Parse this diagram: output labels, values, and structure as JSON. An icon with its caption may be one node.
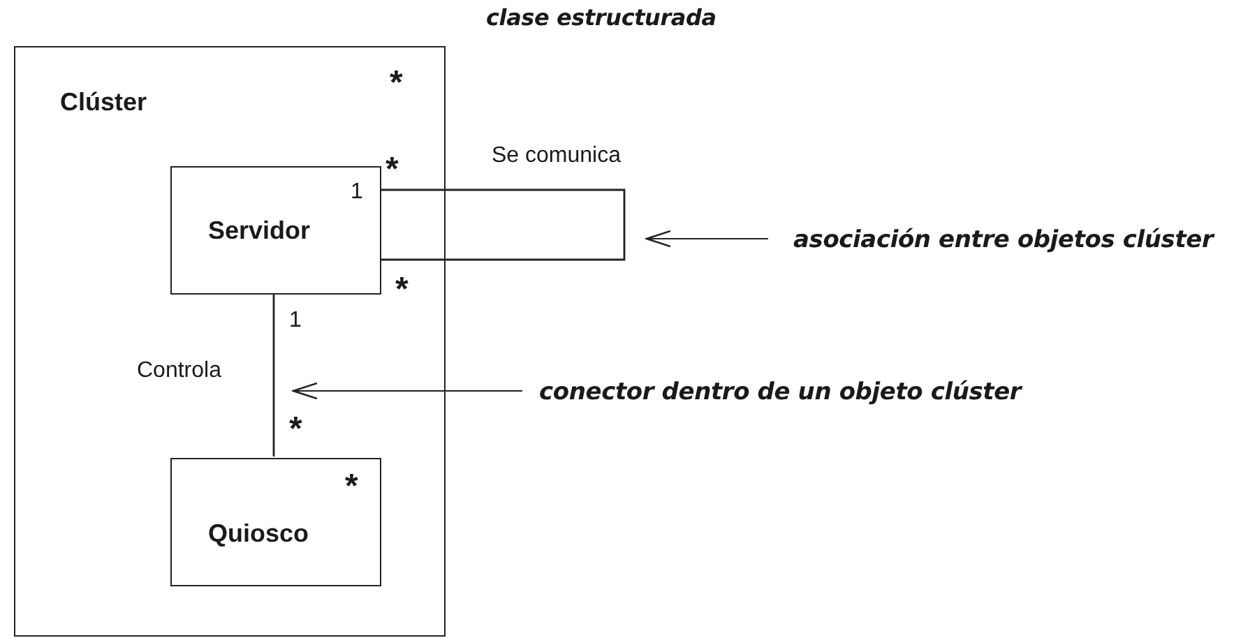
{
  "diagram": {
    "nodes": [
      {
        "text": [
          "Clúster",
          "*"
        ]
      },
      {
        "text": [
          "Servidor",
          "1"
        ],
        "in": 0
      },
      {
        "text": [
          "Quiosco",
          "*"
        ],
        "in": 0
      },
      {
        "text": [
          "asociación entre objetos clúster"
        ]
      },
      {
        "text": [
          "conector dentro de un objeto clúster"
        ]
      }
    ],
    "edges": [
      {
        "from": 1,
        "to": 1,
        "arrow": "none",
        "label": "Se comunica"
      },
      {
        "from": 1,
        "to": 2,
        "arrow": "none",
        "label": "Controla"
      },
      {
        "from": 3,
        "to": null,
        "arrow": "to"
      },
      {
        "from": 4,
        "to": null,
        "arrow": "to"
      }
    ],
    "labels": [
      "clase estructurada",
      "*",
      "*",
      "1",
      "*"
    ]
  }
}
